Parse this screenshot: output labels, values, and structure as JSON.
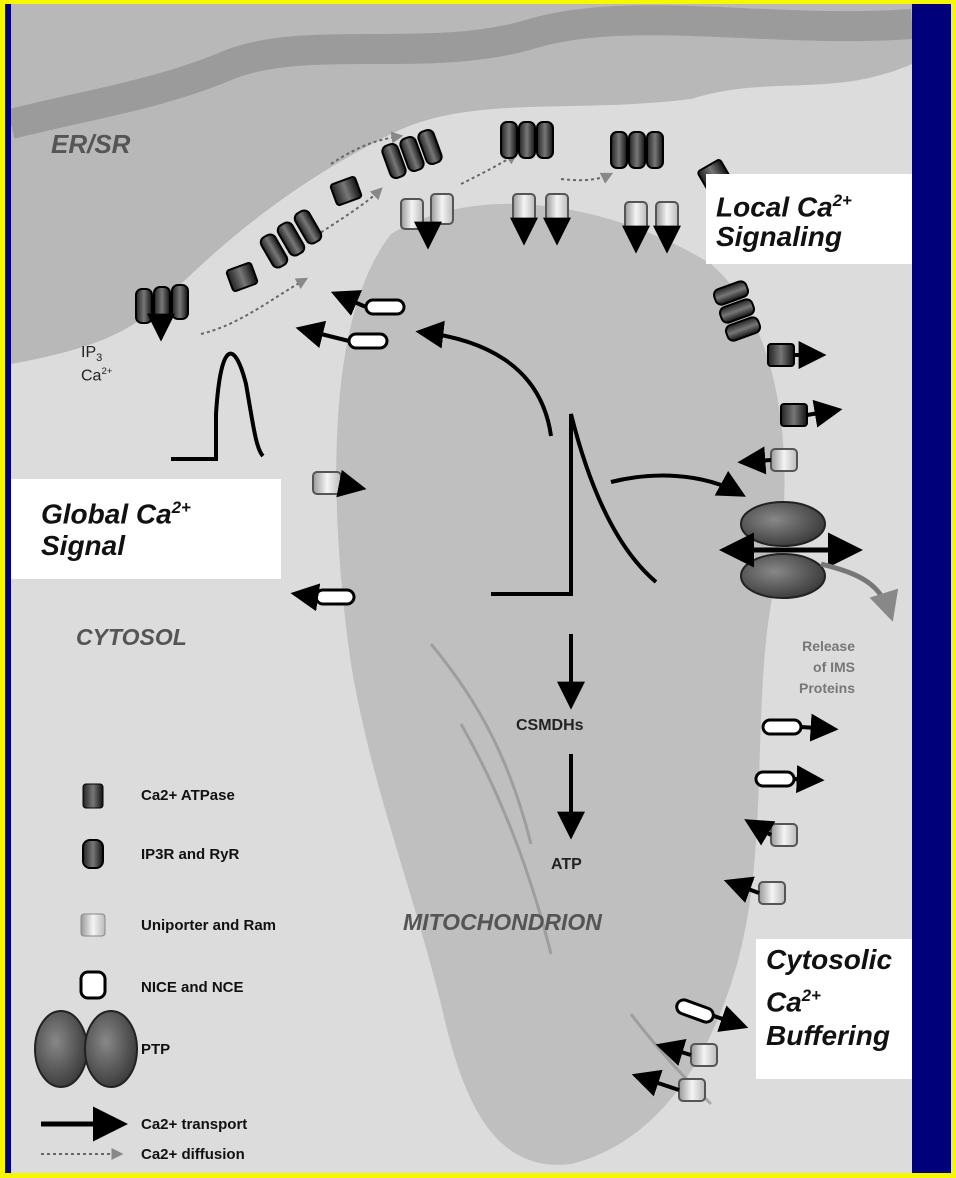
{
  "labels": {
    "er_sr": "ER/SR",
    "ip3": "IP3",
    "ca_small": "Ca2+",
    "cytosol": "CYTOSOL",
    "mitochondrion": "MITOCHONDRION",
    "csmdhs": "CSMDHs",
    "atp": "ATP",
    "release": "Release\nof IMS\nProteins"
  },
  "headings": {
    "local_a": "Local Ca",
    "local_b": "Signaling",
    "global_a": "Global Ca",
    "global_b": "Signal",
    "buffer_a": "Cytosolic",
    "buffer_b": "Ca",
    "buffer_c": "Buffering",
    "sup": "2+"
  },
  "legend": {
    "items": [
      {
        "label": "Ca2+ ATPase",
        "icon": "atpase-icon"
      },
      {
        "label": "IP3R and RyR",
        "icon": "ip3r-ryr-icon"
      },
      {
        "label": "Uniporter and Ram",
        "icon": "uniporter-icon"
      },
      {
        "label": "NICE and NCE",
        "icon": "nice-nce-icon"
      },
      {
        "label": "PTP",
        "icon": "ptp-icon"
      },
      {
        "label": "Ca2+ transport",
        "icon": "transport-arrow-icon"
      },
      {
        "label": "Ca2+ diffusion",
        "icon": "diffusion-arrow-icon"
      }
    ]
  },
  "colors": {
    "border": "#f7f700",
    "background": "#00007a"
  }
}
